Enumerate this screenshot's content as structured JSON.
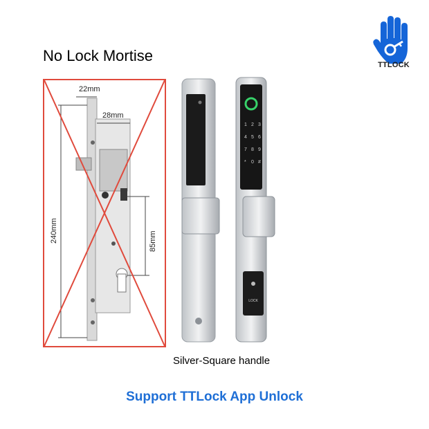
{
  "title": "No Lock Mortise",
  "logo": {
    "text": "TTLOCK",
    "icon": "hand-key-icon",
    "color": "#1565d8"
  },
  "mortise": {
    "dim_top": "22mm",
    "dim_second": "28mm",
    "dim_side": "85mm",
    "dim_height": "240mm",
    "cross_color": "#e04a3c"
  },
  "keypad": {
    "keys": [
      "1",
      "2",
      "3",
      "4",
      "5",
      "6",
      "7",
      "8",
      "9",
      "*",
      "0",
      "#"
    ]
  },
  "lock_button_label": "LOCK",
  "caption": "Silver-Square handle",
  "promo": "Support TTLock App Unlock"
}
